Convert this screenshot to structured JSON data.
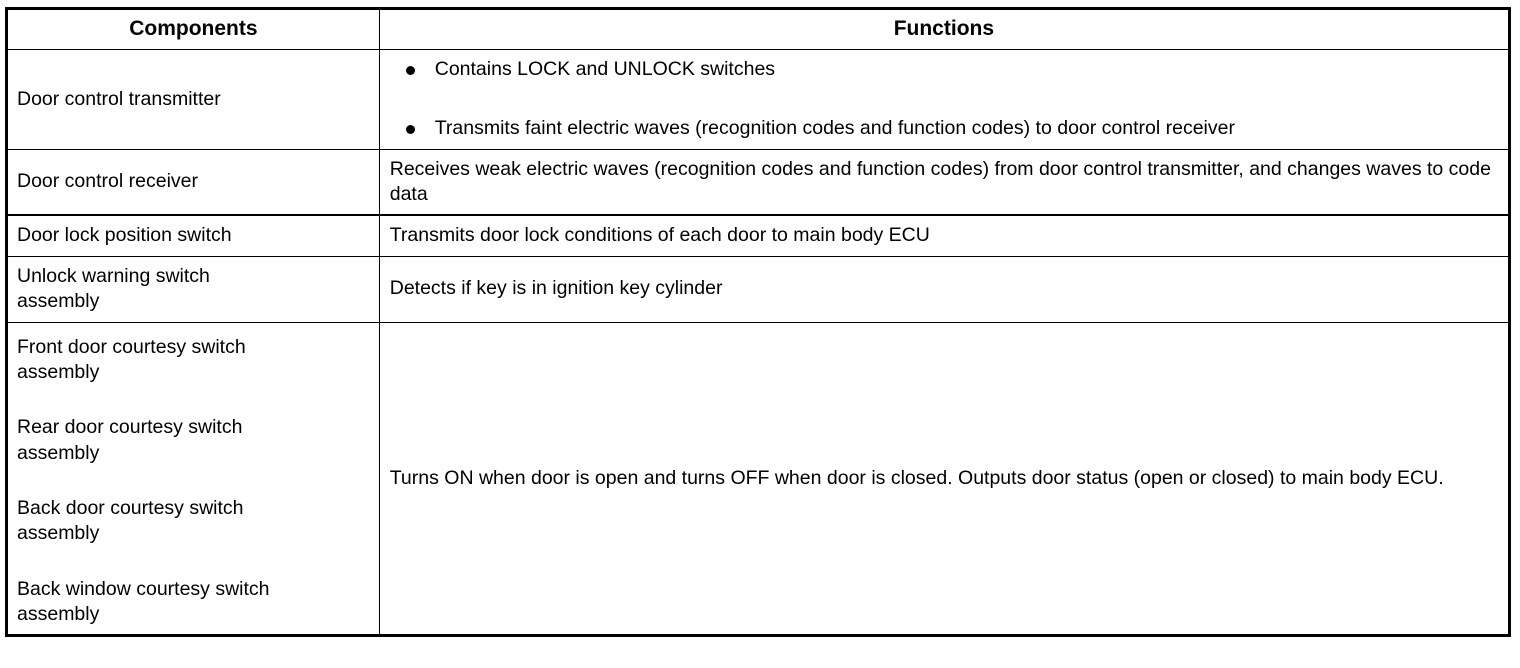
{
  "table": {
    "headers": {
      "components": "Components",
      "functions": "Functions"
    },
    "rows": [
      {
        "component": "Door control transmitter",
        "function_bullets": [
          "Contains LOCK and UNLOCK switches",
          "Transmits faint electric waves (recognition codes and function codes) to door control receiver"
        ]
      },
      {
        "component": "Door control receiver",
        "function_text": "Receives weak electric waves (recognition codes and function codes) from door control transmitter, and changes waves to code data"
      },
      {
        "component": "Door lock position switch",
        "function_text": "Transmits door lock conditions of each door to main body ECU"
      },
      {
        "component": "Unlock warning switch assembly",
        "component_lines": [
          "Unlock warning switch",
          "assembly"
        ],
        "function_text": "Detects if key is in ignition key cylinder"
      },
      {
        "component_entries": [
          {
            "lines": [
              "Front door courtesy switch",
              "assembly"
            ]
          },
          {
            "lines": [
              "Rear door courtesy switch",
              "assembly"
            ]
          },
          {
            "lines": [
              "Back door courtesy switch",
              "assembly"
            ]
          },
          {
            "lines": [
              "Back window courtesy switch",
              "assembly"
            ]
          }
        ],
        "function_text": "Turns ON when door is open and turns OFF when door is closed. Outputs door status (open or closed) to main body ECU."
      }
    ]
  },
  "colors": {
    "border": "#000000",
    "text": "#000000",
    "background": "#ffffff"
  }
}
